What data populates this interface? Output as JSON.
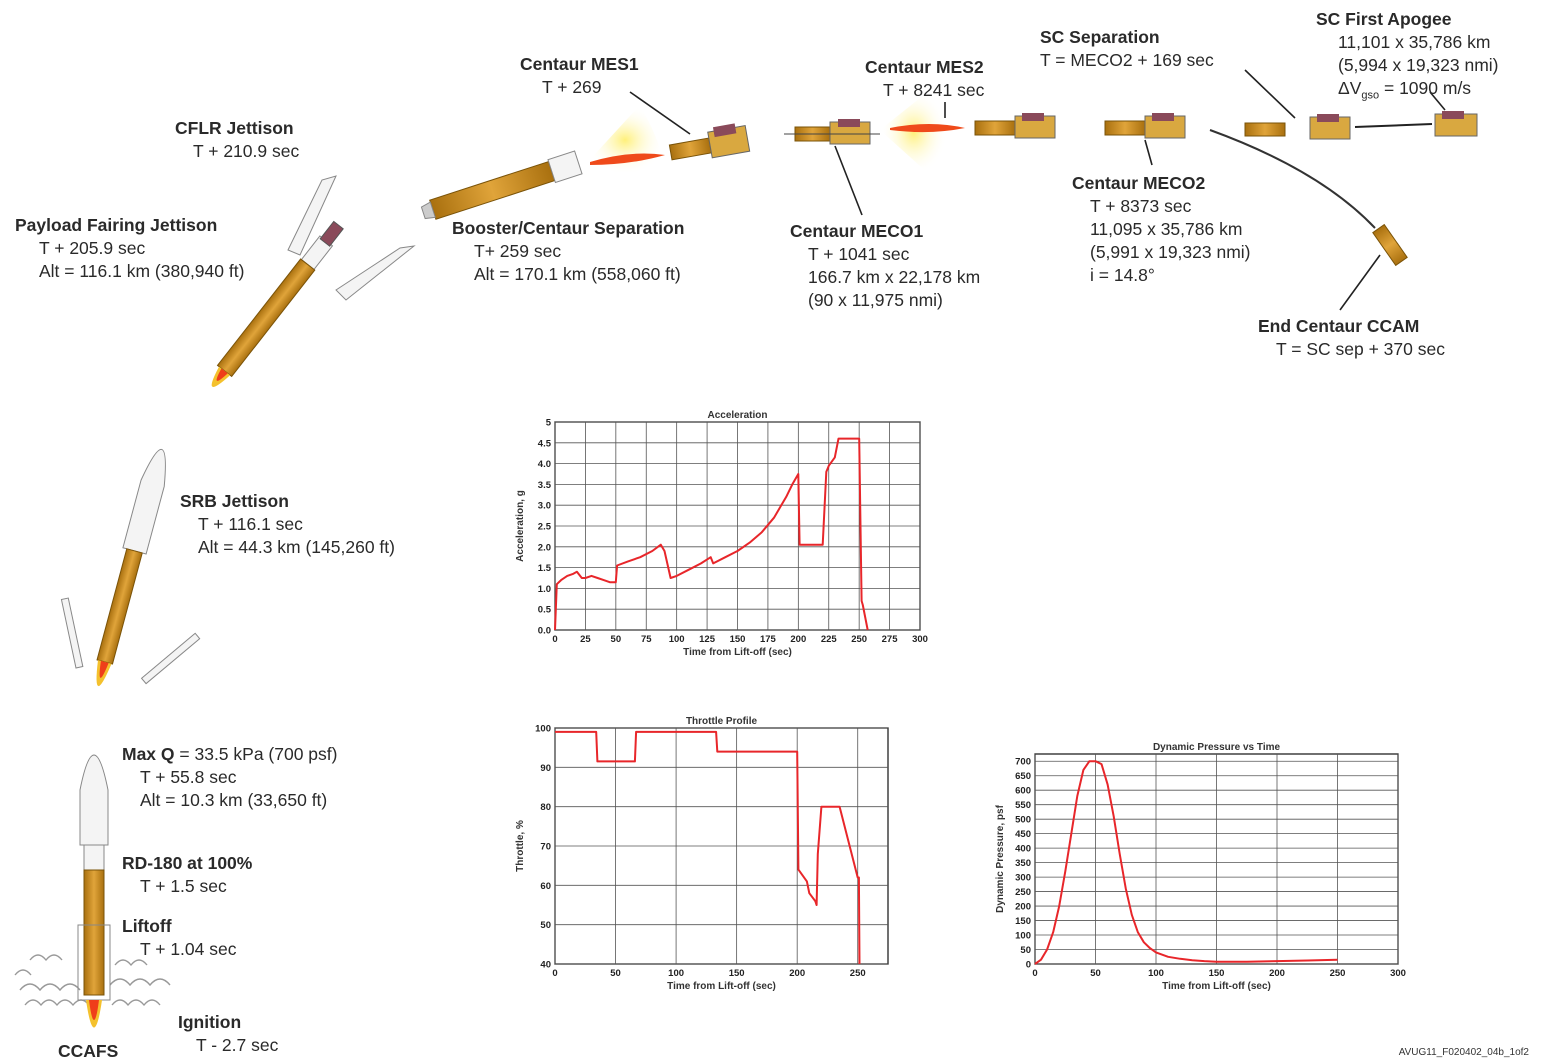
{
  "events": {
    "ignition": {
      "title": "Ignition",
      "lines": [
        "T - 2.7 sec"
      ]
    },
    "site": {
      "title": "CCAFS",
      "lines": []
    },
    "liftoff": {
      "title": "Liftoff",
      "lines": [
        "T + 1.04 sec"
      ]
    },
    "rd180": {
      "title": "RD-180 at 100%",
      "lines": [
        "T + 1.5 sec"
      ]
    },
    "maxq": {
      "title": "Max Q",
      "title_suffix": " = 33.5 kPa (700 psf)",
      "lines": [
        "T + 55.8 sec",
        "Alt = 10.3 km (33,650 ft)"
      ]
    },
    "srb": {
      "title": "SRB Jettison",
      "lines": [
        "T + 116.1 sec",
        "Alt = 44.3 km (145,260 ft)"
      ]
    },
    "pfj": {
      "title": "Payload Fairing Jettison",
      "lines": [
        "T + 205.9 sec",
        "Alt = 116.1 km (380,940 ft)"
      ]
    },
    "cflr": {
      "title": "CFLR Jettison",
      "lines": [
        "T + 210.9 sec"
      ]
    },
    "bcs": {
      "title": "Booster/Centaur Separation",
      "lines": [
        "T+ 259 sec",
        "Alt = 170.1 km (558,060 ft)"
      ]
    },
    "mes1": {
      "title": "Centaur MES1",
      "lines": [
        "T + 269"
      ]
    },
    "meco1": {
      "title": "Centaur MECO1",
      "lines": [
        "T + 1041 sec",
        "166.7 km x 22,178 km",
        "(90 x 11,975 nmi)"
      ]
    },
    "mes2": {
      "title": "Centaur MES2",
      "lines": [
        "T + 8241 sec"
      ]
    },
    "meco2": {
      "title": "Centaur MECO2",
      "lines": [
        "T + 8373 sec",
        "11,095 x 35,786 km",
        "(5,991 x 19,323  nmi)",
        "i = 14.8°"
      ]
    },
    "scsep": {
      "title": "SC  Separation",
      "lines": [
        "T = MECO2 + 169 sec"
      ]
    },
    "apogee": {
      "title": "SC  First Apogee",
      "lines": [
        "11,101 x 35,786 km",
        "(5,994 x 19,323 nmi)"
      ],
      "dv_prefix": "ΔV",
      "dv_sub": "gso",
      "dv_suffix": " = 1090 m/s"
    },
    "ccam": {
      "title": "End Centaur CCAM",
      "lines": [
        "T = SC sep + 370 sec"
      ]
    }
  },
  "footer": "AVUG11_F020402_04b_1of2",
  "colors": {
    "curve": "#e8262a",
    "grid": "#555555",
    "booster": "#c8891a",
    "flame_core": "#f04a1a",
    "flame_glow": "#fff3a8"
  },
  "chart_data": [
    {
      "type": "line",
      "title": "Acceleration",
      "xlabel": "Time from Lift-off (sec)",
      "ylabel": "Acceleration, g",
      "xlim": [
        0,
        300
      ],
      "ylim": [
        0,
        5
      ],
      "xticks": [
        0,
        25,
        50,
        75,
        100,
        125,
        150,
        175,
        200,
        225,
        250,
        275,
        300
      ],
      "yticks": [
        0.0,
        0.5,
        1.0,
        1.5,
        2.0,
        2.5,
        3.0,
        3.5,
        4.0,
        4.5,
        5
      ],
      "ytick_labels": [
        "0.0",
        "0.5",
        "1.0",
        "1.5",
        "2.0",
        "2.5",
        "3.0",
        "3.5",
        "4.0",
        "4.5",
        "5"
      ],
      "grid": true,
      "x": [
        0,
        1.5,
        5,
        10,
        15,
        18,
        22,
        25,
        30,
        35,
        40,
        45,
        50,
        51,
        60,
        70,
        80,
        87,
        90,
        95,
        100,
        110,
        120,
        128,
        130,
        140,
        150,
        160,
        170,
        180,
        185,
        190,
        195,
        200,
        201,
        220,
        223,
        225,
        230,
        233,
        250,
        252,
        253,
        257
      ],
      "y": [
        0,
        1.1,
        1.2,
        1.3,
        1.35,
        1.4,
        1.25,
        1.25,
        1.3,
        1.25,
        1.2,
        1.15,
        1.15,
        1.55,
        1.65,
        1.75,
        1.9,
        2.05,
        1.9,
        1.25,
        1.3,
        1.45,
        1.6,
        1.75,
        1.6,
        1.75,
        1.9,
        2.1,
        2.35,
        2.7,
        2.95,
        3.2,
        3.5,
        3.75,
        2.05,
        2.05,
        3.8,
        3.95,
        4.15,
        4.6,
        4.6,
        0.7,
        0.6,
        0
      ]
    },
    {
      "type": "line",
      "title": "Throttle Profile",
      "xlabel": "Time from Lift-off (sec)",
      "ylabel": "Throttle, %",
      "xlim": [
        0,
        275
      ],
      "ylim": [
        40,
        100
      ],
      "xticks": [
        0,
        50,
        100,
        150,
        200,
        250
      ],
      "yticks": [
        40,
        50,
        60,
        70,
        80,
        90,
        100
      ],
      "grid": true,
      "x": [
        0,
        34,
        35,
        66,
        67,
        133,
        134,
        200,
        201,
        208,
        210,
        215,
        216,
        217,
        220,
        221,
        235,
        250,
        251,
        251.5
      ],
      "y": [
        99,
        99,
        91.5,
        91.5,
        99,
        99,
        94,
        94,
        64,
        61,
        58,
        56,
        55,
        68,
        80,
        80,
        80,
        62,
        62,
        40
      ]
    },
    {
      "type": "line",
      "title": "Dynamic Pressure vs Time",
      "xlabel": "Time from Lift-off (sec)",
      "ylabel": "Dynamic Pressure, psf",
      "xlim": [
        0,
        300
      ],
      "ylim": [
        0,
        725
      ],
      "xticks": [
        0,
        50,
        100,
        150,
        200,
        250,
        300
      ],
      "yticks": [
        0,
        50,
        100,
        150,
        200,
        250,
        300,
        350,
        400,
        450,
        500,
        550,
        600,
        650,
        700
      ],
      "grid": true,
      "x": [
        0,
        5,
        10,
        15,
        20,
        25,
        30,
        35,
        40,
        45,
        50,
        55,
        60,
        65,
        70,
        75,
        80,
        85,
        90,
        95,
        100,
        110,
        120,
        130,
        140,
        150,
        175,
        200,
        225,
        250
      ],
      "y": [
        0,
        15,
        50,
        110,
        200,
        320,
        450,
        580,
        670,
        700,
        700,
        690,
        620,
        510,
        380,
        260,
        170,
        110,
        75,
        55,
        40,
        25,
        18,
        13,
        10,
        8,
        8,
        10,
        12,
        15
      ]
    }
  ]
}
